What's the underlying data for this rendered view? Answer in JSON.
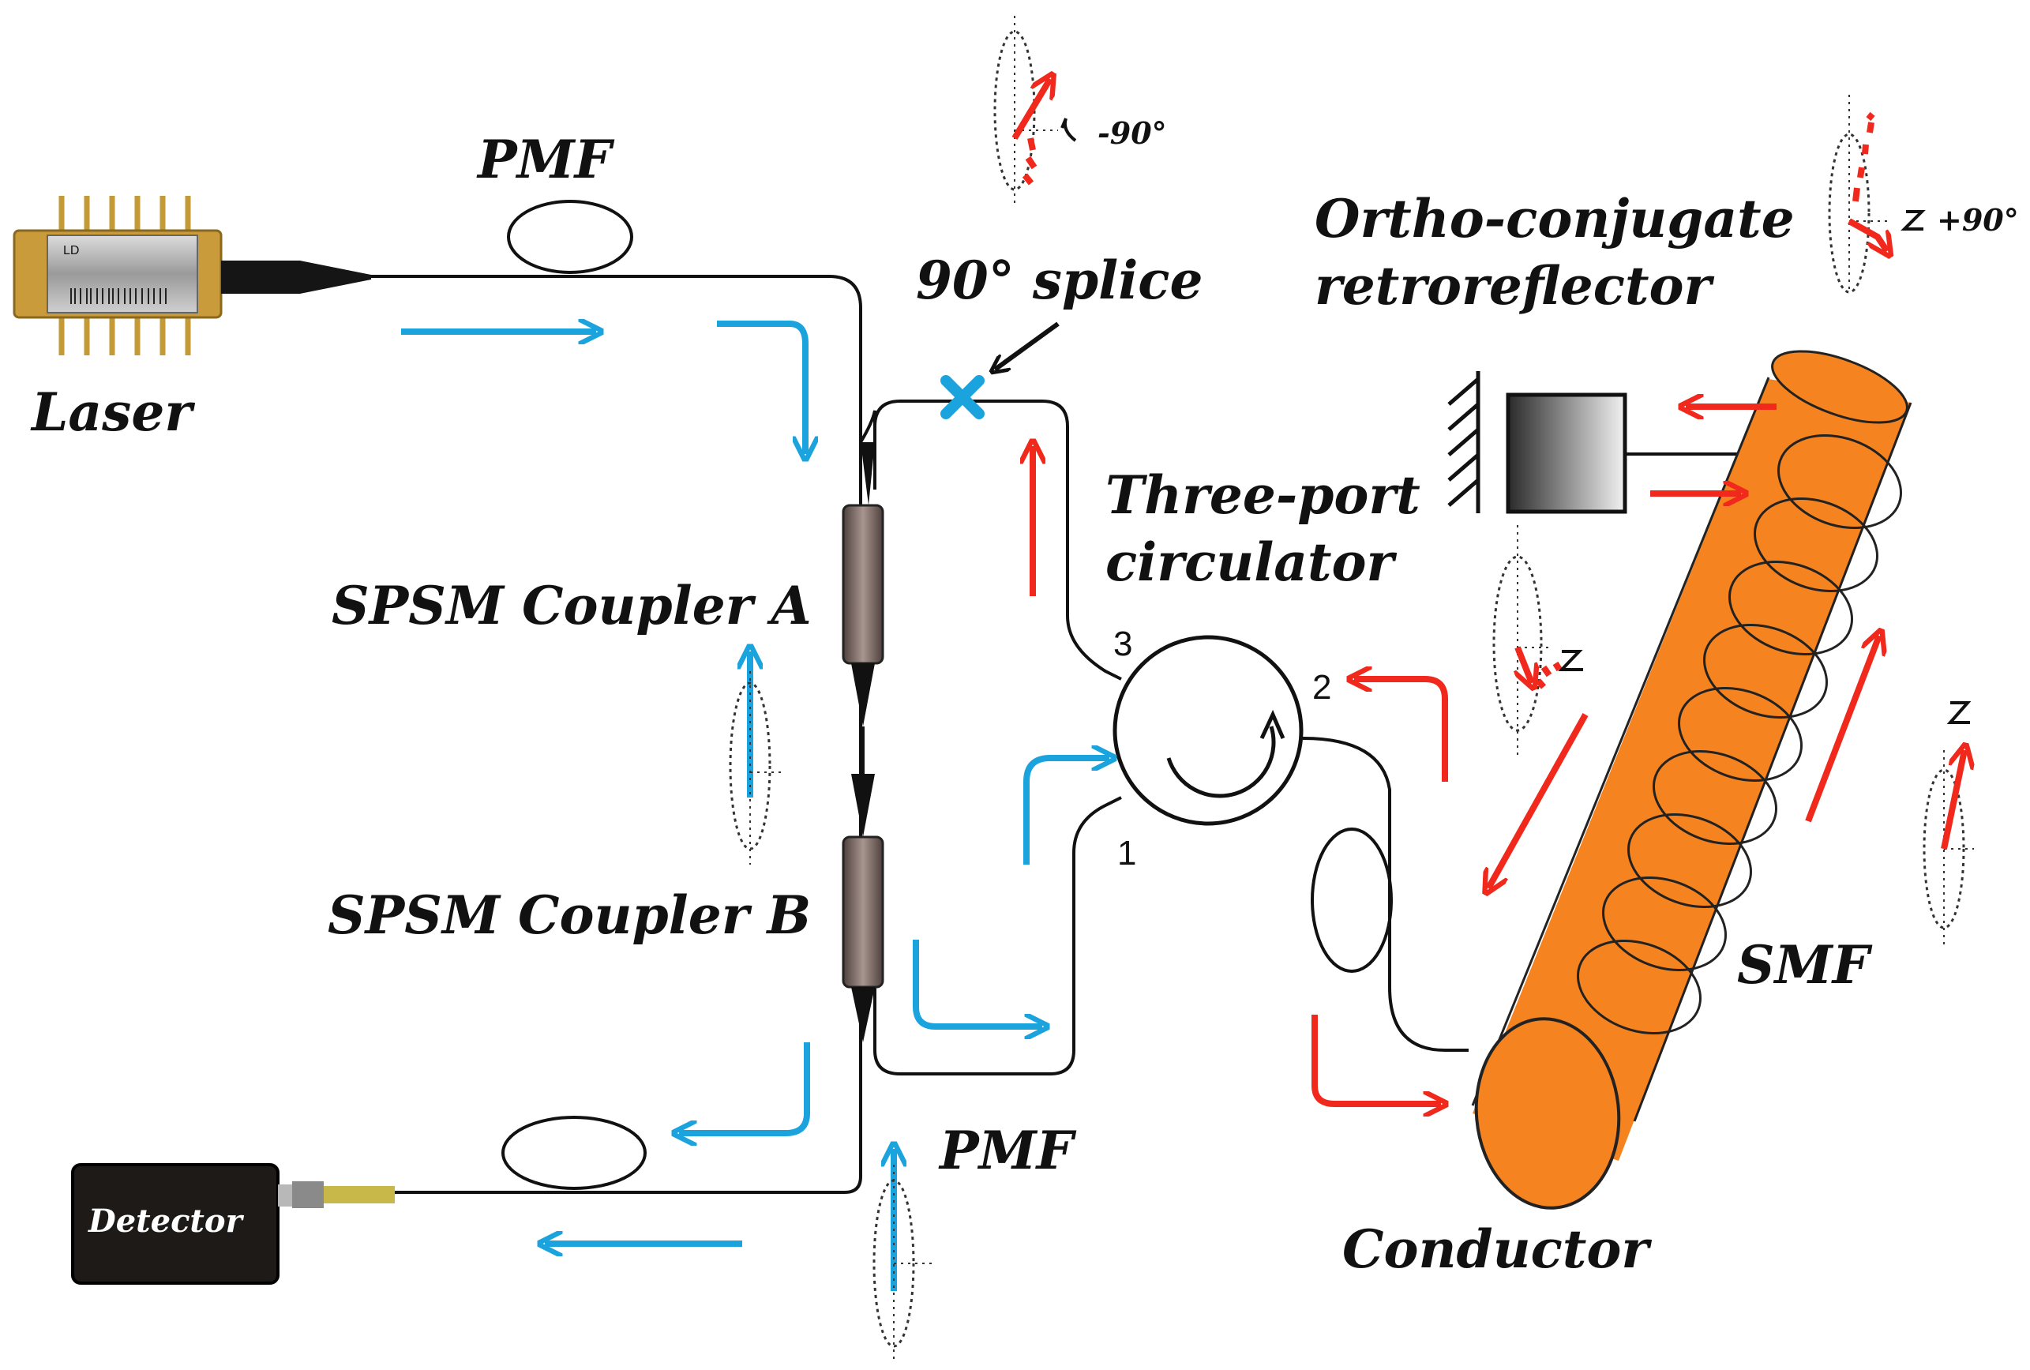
{
  "labels": {
    "pmf_top": "PMF",
    "laser": "Laser",
    "splice": "90°  splice",
    "ortho_line1": "Ortho-conjugate",
    "ortho_line2": "retroreflector",
    "three_port_line1": "Three-port",
    "three_port_line2": "circulator",
    "coupler_a": "SPSM Coupler A",
    "coupler_b": "SPSM Coupler B",
    "pmf_bottom": "PMF",
    "smf": "SMF",
    "conductor": "Conductor",
    "detector": "Detector",
    "laser_chip": "LD",
    "angle_minus": "-90°",
    "angle_plus": "+90°"
  },
  "ports": {
    "p1": "1",
    "p2": "2",
    "p3": "3"
  },
  "colors": {
    "fiber": "#111111",
    "forward_arrow": "#1aa3dc",
    "return_arrow": "#f0291c",
    "conductor": "#f5831f",
    "coupler": "#7a6a66"
  },
  "icons": {
    "laser": "laser-module-icon",
    "detector": "detector-box-icon",
    "splice": "cross-splice-icon",
    "circulator": "circulator-icon",
    "mirror": "mirror-hatch-icon"
  }
}
